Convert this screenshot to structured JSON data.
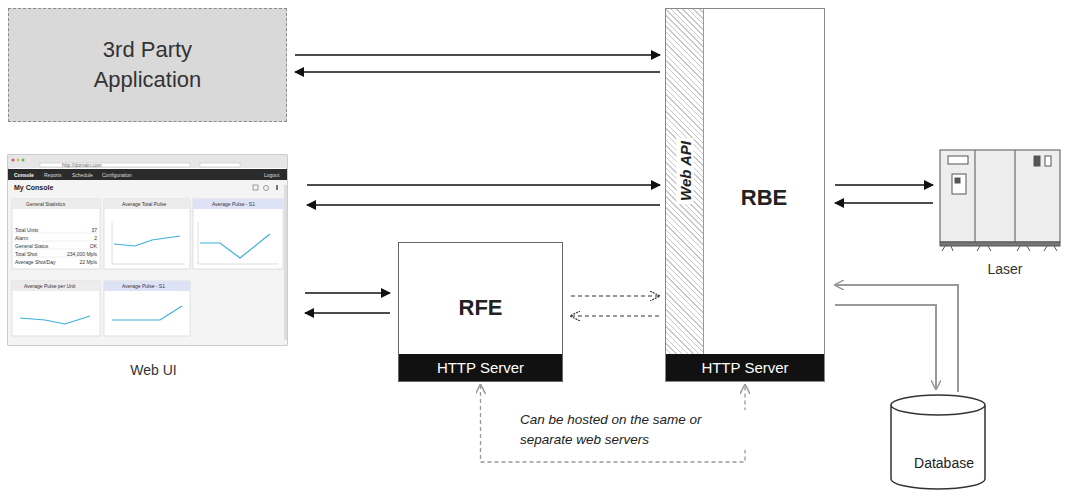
{
  "diagram": {
    "nodes": [
      {
        "text": [
          "3rd Party Application"
        ]
      },
      {
        "text": [
          "Web UI"
        ]
      },
      {
        "text": [
          "RFE"
        ]
      },
      {
        "text": [
          "HTTP Server"
        ],
        "in": 2
      },
      {
        "text": [
          "RBE"
        ]
      },
      {
        "text": [
          "Web API"
        ],
        "in": 4
      },
      {
        "text": [
          "HTTP Server"
        ],
        "in": 4
      },
      {
        "text": [
          "Laser"
        ]
      },
      {
        "text": [
          "Database"
        ]
      }
    ],
    "edges": [
      {
        "from": 0,
        "to": 4,
        "arrow": "to"
      },
      {
        "from": 4,
        "to": 0,
        "arrow": "to"
      },
      {
        "from": 1,
        "to": 4,
        "arrow": "to"
      },
      {
        "from": 4,
        "to": 1,
        "arrow": "to"
      },
      {
        "from": 1,
        "to": 2,
        "arrow": "to"
      },
      {
        "from": 2,
        "to": 1,
        "arrow": "to"
      },
      {
        "from": 2,
        "to": 4,
        "arrow": "to"
      },
      {
        "from": 4,
        "to": 2,
        "arrow": "to"
      },
      {
        "from": 4,
        "to": 7,
        "arrow": "to"
      },
      {
        "from": 7,
        "to": 4,
        "arrow": "to"
      },
      {
        "from": 4,
        "to": 8,
        "arrow": "to"
      },
      {
        "from": 8,
        "to": 4,
        "arrow": "to"
      },
      {
        "from": 3,
        "to": 6,
        "arrow": "both",
        "label": "Can be hosted on the same or separate web servers"
      }
    ],
    "labels": [
      "http://domain.com",
      "Console",
      "Reports",
      "Schedule",
      "Configuration",
      "Logout",
      "My Console",
      "General Statistics",
      "Average Total Pulse",
      "Average Pulse - S1",
      "Total Units",
      "37",
      "Alarm",
      "2",
      "General Status",
      "OK",
      "Total Shot",
      "234,000 Mpls",
      "Average Shot/Day",
      "22 Mpls",
      "Average Pulse per Unit",
      "Average Pulse - S1"
    ]
  }
}
